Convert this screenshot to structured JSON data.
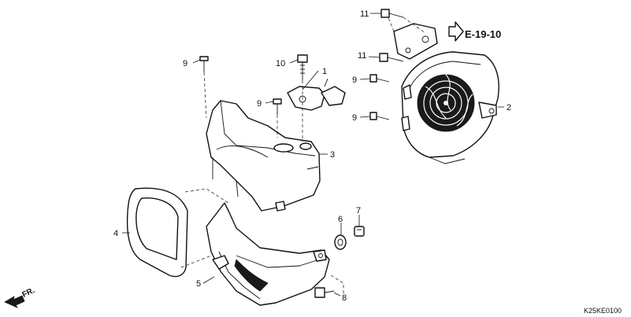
{
  "diagram": {
    "callouts": [
      {
        "id": "1",
        "text": "1"
      },
      {
        "id": "2",
        "text": "2"
      },
      {
        "id": "3",
        "text": "3"
      },
      {
        "id": "4",
        "text": "4"
      },
      {
        "id": "5",
        "text": "5"
      },
      {
        "id": "6",
        "text": "6"
      },
      {
        "id": "7",
        "text": "7"
      },
      {
        "id": "8",
        "text": "8"
      },
      {
        "id": "9a",
        "text": "9"
      },
      {
        "id": "9b",
        "text": "9"
      },
      {
        "id": "9c",
        "text": "9"
      },
      {
        "id": "9d",
        "text": "9"
      },
      {
        "id": "10",
        "text": "10"
      },
      {
        "id": "11a",
        "text": "11"
      },
      {
        "id": "11b",
        "text": "11"
      }
    ],
    "reference": "E-19-10",
    "direction_label": "FR.",
    "drawing_code": "K25KE0100"
  }
}
